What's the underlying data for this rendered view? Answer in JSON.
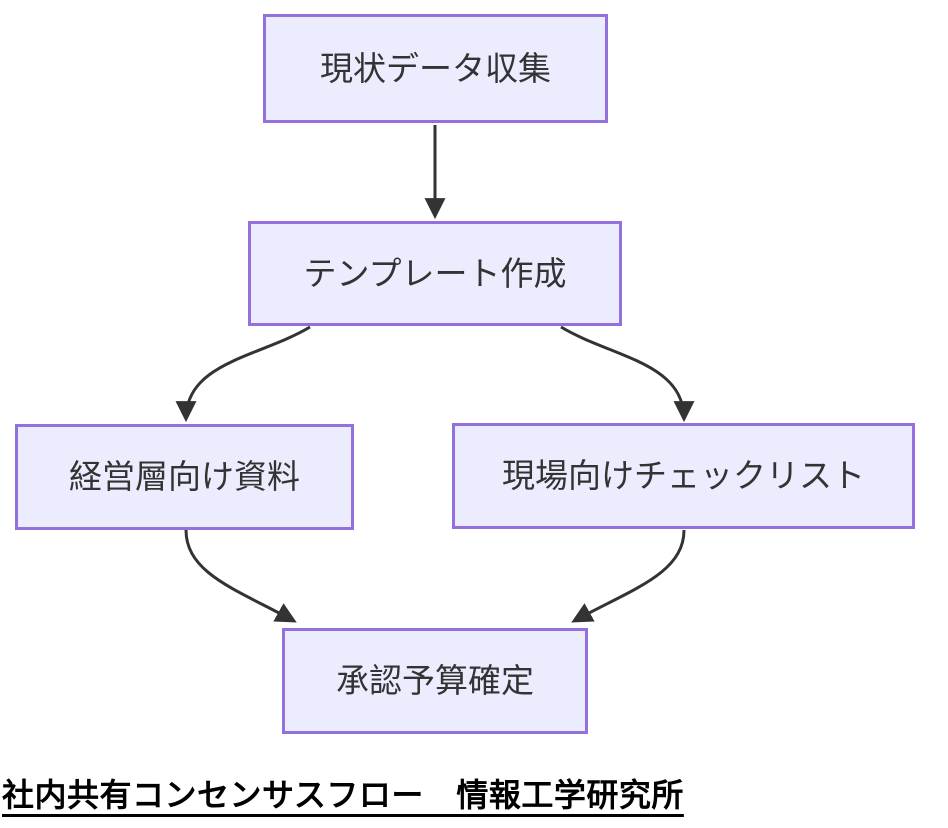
{
  "diagram": {
    "type": "flowchart",
    "direction": "top-down",
    "nodes": [
      {
        "id": "current-data-collection",
        "label": "現状データ収集"
      },
      {
        "id": "template-creation",
        "label": "テンプレート作成"
      },
      {
        "id": "management-materials",
        "label": "経営層向け資料"
      },
      {
        "id": "field-checklist",
        "label": "現場向けチェックリスト"
      },
      {
        "id": "approved-budget",
        "label": "承認予算確定"
      }
    ],
    "edges": [
      {
        "from": "現状データ収集",
        "to": "テンプレート作成"
      },
      {
        "from": "テンプレート作成",
        "to": "経営層向け資料"
      },
      {
        "from": "テンプレート作成",
        "to": "現場向けチェックリスト"
      },
      {
        "from": "経営層向け資料",
        "to": "承認予算確定"
      },
      {
        "from": "現場向けチェックリスト",
        "to": "承認予算確定"
      }
    ],
    "caption": "社内共有コンセンサスフロー　情報工学研究所",
    "colors": {
      "node_fill": "#ECECFF",
      "node_border": "#9370DB",
      "edge": "#333333",
      "node_text": "#333333",
      "caption_text": "#000000",
      "background": "#FFFFFF"
    }
  }
}
